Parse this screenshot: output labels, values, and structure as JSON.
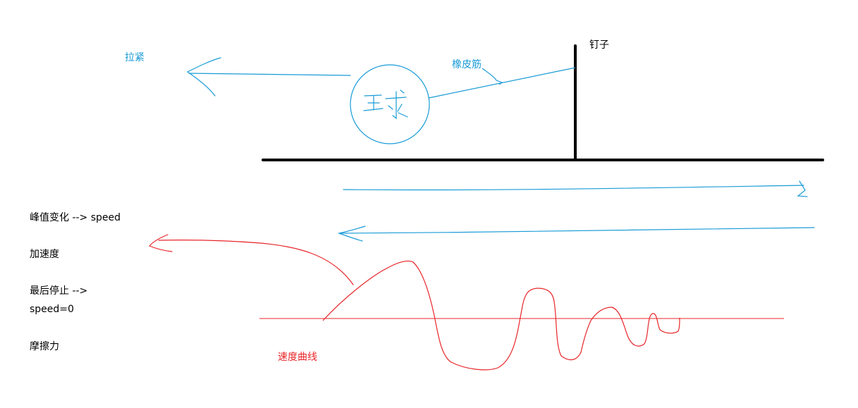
{
  "colors": {
    "blue": "#1a9bd7",
    "red": "#e8262a",
    "black": "#000000"
  },
  "labels": {
    "nail": "钉子",
    "rubber_band": "橡皮筋",
    "pull_tight": "拉紧",
    "ball_char": "球",
    "peak_change": "峰值变化 --> speed",
    "acceleration": "加速度",
    "final_stop_line1": "最后停止 -->",
    "final_stop_line2": "speed=0",
    "friction": "摩擦力",
    "speed_curve": "速度曲线"
  }
}
